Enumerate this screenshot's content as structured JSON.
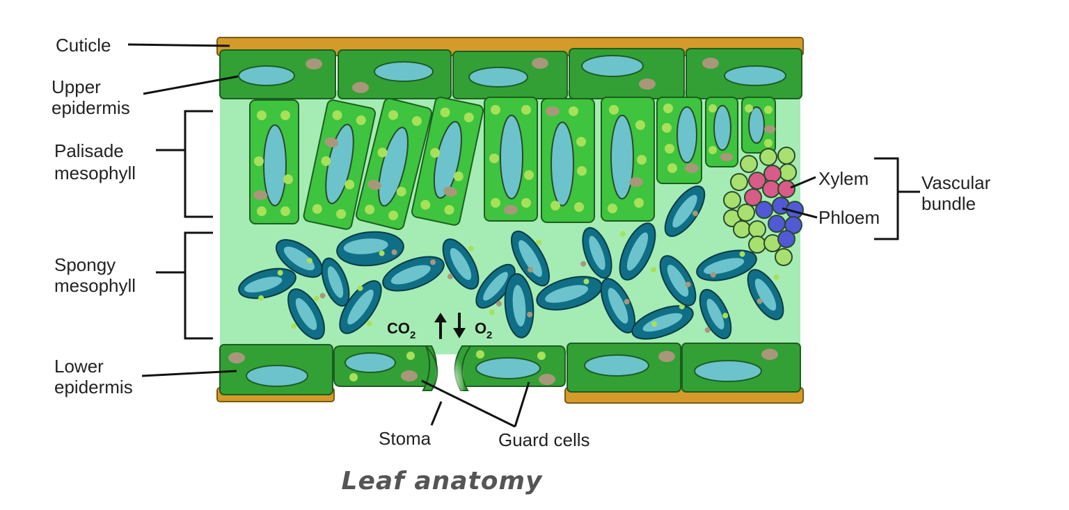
{
  "labels": {
    "cuticle": "Cuticle",
    "upper_epidermis": [
      "Upper",
      "epidermis"
    ],
    "palisade_mesophyll": [
      "Palisade",
      "mesophyll"
    ],
    "spongy_mesophyll": [
      "Spongy",
      "mesophyll"
    ],
    "lower_epidermis": [
      "Lower",
      "epidermis"
    ],
    "xylem": "Xylem",
    "phloem": "Phloem",
    "vascular_bundle": [
      "Vascular",
      "bundle"
    ],
    "stoma": "Stoma",
    "guard_cells": "Guard cells"
  },
  "gas_exchange": {
    "co2": "CO",
    "co2_sub": "2",
    "o2": "O",
    "o2_sub": "2"
  },
  "caption": "Leaf anatomy",
  "colors": {
    "cuticle": "#d49a2a",
    "epidermis": "#33a035",
    "palisade": "#3ec43e",
    "background": "#a5ecb4",
    "vacuole": "#6cc3cc",
    "spongy": "#0f6f86",
    "chloroplast": "#a8e05a",
    "nucleus": "#a8977a",
    "xylem": "#d85b88",
    "phloem": "#5159d6",
    "bundle_sheath": "#a8e070"
  }
}
